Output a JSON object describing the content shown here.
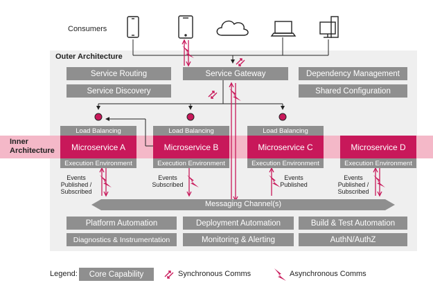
{
  "consumers_label": "Consumers",
  "outer_label": "Outer Architecture",
  "inner_label_1": "Inner",
  "inner_label_2": "Architecture",
  "service_routing": "Service Routing",
  "service_discovery": "Service Discovery",
  "service_gateway": "Service Gateway",
  "dependency_management": "Dependency Management",
  "shared_configuration": "Shared Configuration",
  "microservices": [
    {
      "load": "Load Balancing",
      "name": "Microservice A",
      "env": "Execution Environment"
    },
    {
      "load": "Load Balancing",
      "name": "Microservice B",
      "env": "Execution Environment"
    },
    {
      "load": "Load Balancing",
      "name": "Microservice C",
      "env": "Execution Environment"
    },
    {
      "name": "Microservice D",
      "env": "Execution Environment"
    }
  ],
  "events": {
    "a": [
      "Events",
      "Published /",
      "Subscribed"
    ],
    "b": [
      "Events",
      "Subscribed"
    ],
    "c": [
      "Events",
      "Published"
    ],
    "d": [
      "Events",
      "Published /",
      "Subscribed"
    ]
  },
  "messaging_channel": "Messaging Channel(s)",
  "platform_automation": "Platform Automation",
  "deployment_automation": "Deployment Automation",
  "build_test_automation": "Build & Test Automation",
  "diagnostics": "Diagnostics & Instrumentation",
  "monitoring": "Monitoring & Alerting",
  "authn": "AuthN/AuthZ",
  "legend": {
    "label": "Legend:",
    "core": "Core Capability",
    "sync": "Synchronous Comms",
    "async": "Asynchronous Comms"
  },
  "colors": {
    "accent": "#c8185a",
    "box": "#8f8f8f",
    "outer": "#efefef",
    "band": "#f4b8c8"
  }
}
